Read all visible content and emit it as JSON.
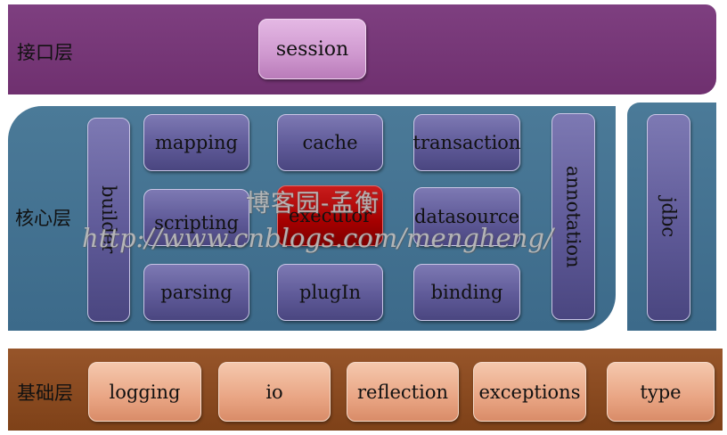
{
  "interface_layer": {
    "label": "接口层",
    "boxes": [
      "session"
    ],
    "color": "#7a3a7c"
  },
  "core_layer": {
    "label": "核心层",
    "color": "#416f8f",
    "builder": "builder",
    "annotation": "annotation",
    "grid": [
      "mapping",
      "cache",
      "transaction",
      "scripting",
      "executor",
      "datasource",
      "parsing",
      "plugIn",
      "binding"
    ],
    "jdbc": "jdbc"
  },
  "base_layer": {
    "label": "基础层",
    "boxes": [
      "logging",
      "io",
      "reflection",
      "exceptions",
      "type"
    ],
    "color": "#8a4a1e"
  },
  "watermark": {
    "line1": "博客园-孟衡",
    "line2": "http://www.cnblogs.com/mengheng/"
  }
}
